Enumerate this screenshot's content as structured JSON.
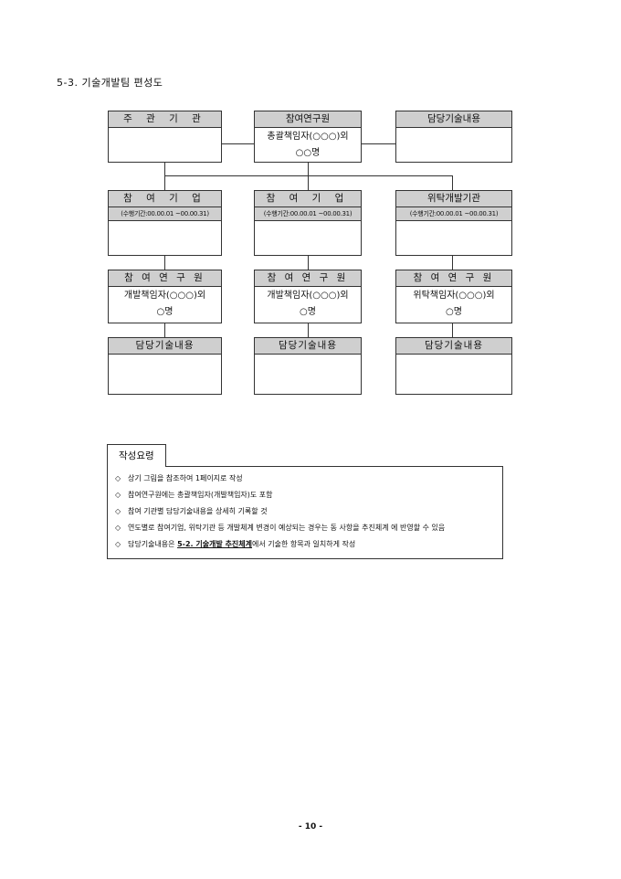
{
  "section_title": "5-3. 기술개발팀 편성도",
  "org_chart": {
    "top": {
      "left": {
        "header": "주 관 기 관"
      },
      "center": {
        "header": "참여연구원",
        "body_line1": "총괄책임자(○○○)외",
        "body_line2": "○○명"
      },
      "right": {
        "header": "담당기술내용"
      }
    },
    "columns": [
      {
        "org_header": "참 여 기 업",
        "period": "(수행기간:00.00.01 ~00.00.31)",
        "researcher_header": "참 여 연 구 원",
        "researcher_line1": "개발책임자(○○○)외",
        "researcher_line2": "○명",
        "tech_header": "담당기술내용"
      },
      {
        "org_header": "참 여 기 업",
        "period": "(수행기간:00.00.01 ~00.00.31)",
        "researcher_header": "참 여 연 구 원",
        "researcher_line1": "개발책임자(○○○)외",
        "researcher_line2": "○명",
        "tech_header": "담당기술내용"
      },
      {
        "org_header": "위탁개발기관",
        "period": "(수행기간:00.00.01 ~00.00.31)",
        "researcher_header": "참 여 연 구 원",
        "researcher_line1": "위탁책임자(○○○)외",
        "researcher_line2": "○명",
        "tech_header": "담당기술내용"
      }
    ]
  },
  "guide": {
    "title": "작성요령",
    "bullet": "◇",
    "items": [
      "상기 그림을 참조하여 1페이지로 작성",
      "참여연구원에는 총괄책임자(개발책임자)도 포함",
      "참여 기관별 담당기술내용을 상세히 기록할 것",
      "연도별로 참여기업, 위탁기관 등 개발체계 변경이 예상되는 경우는 동 사항을 추진체계 에 반영할 수 있음"
    ],
    "last_item": {
      "prefix": "담당기술내용은 ",
      "bold": "5-2. 기술개발 추진체계",
      "suffix": "에서 기술한 항목과 일치하게 작성"
    }
  },
  "page_number": "- 10 -"
}
